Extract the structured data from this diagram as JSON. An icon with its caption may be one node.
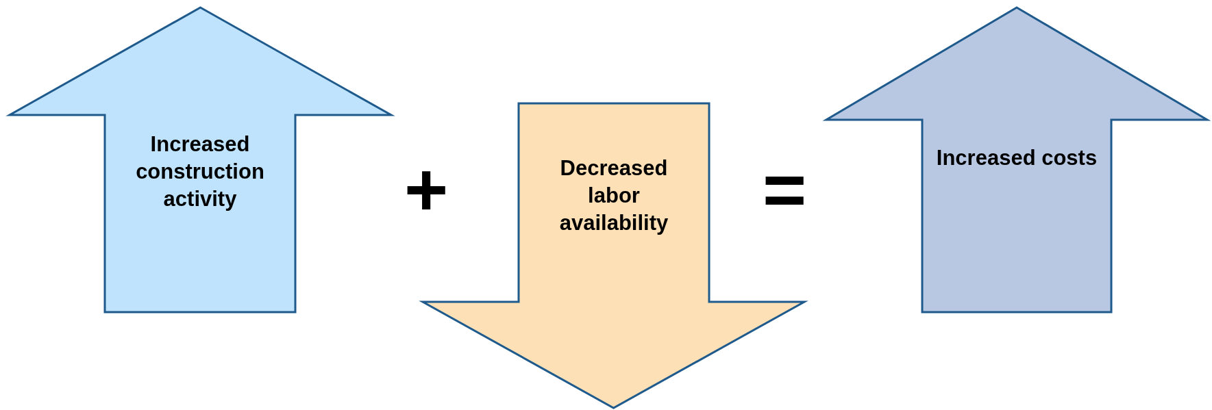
{
  "diagram": {
    "nodes": [
      {
        "text": [
          "Increased construction activity"
        ]
      },
      {
        "text": [
          "Decreased labor availability"
        ]
      },
      {
        "text": [
          "Increased costs"
        ]
      }
    ],
    "labels": [
      "+",
      "="
    ]
  }
}
